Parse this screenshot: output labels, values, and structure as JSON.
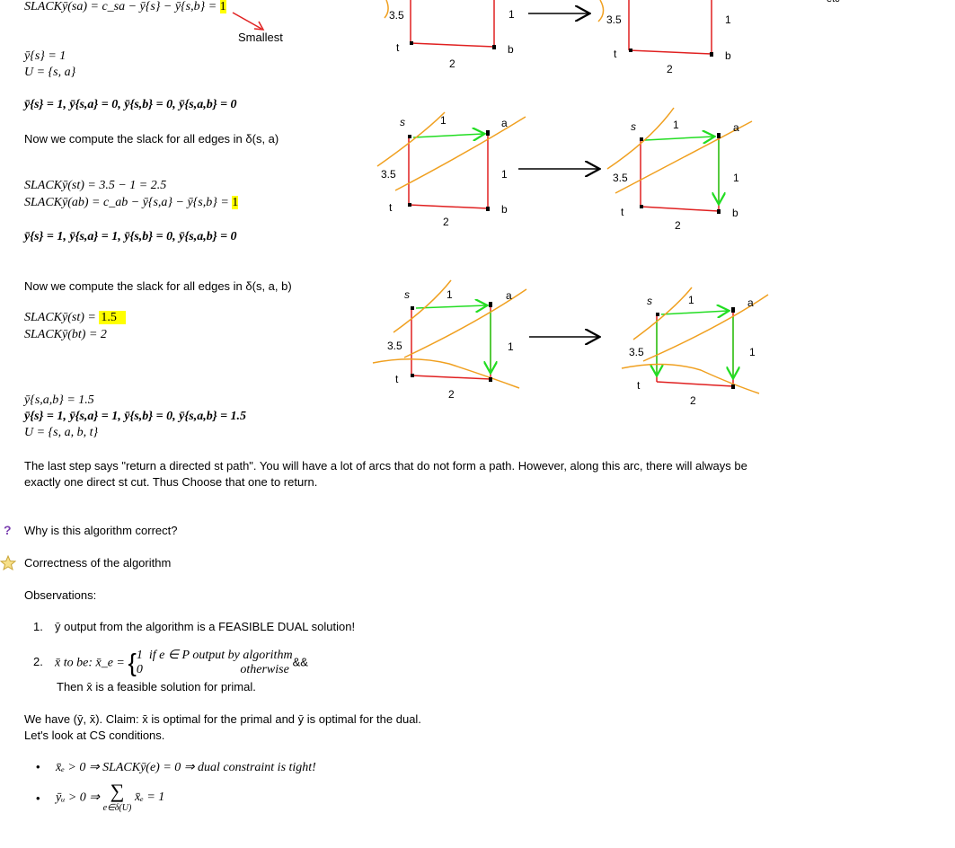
{
  "top": {
    "slack_sa": "SLACKȳ(sa) = c_sa − ȳ{s} − ȳ{s,b} =",
    "slack_sa_val": "1",
    "smallest": "Smallest",
    "y_s_eq": "ȳ{s} = 1",
    "U1": "U = {s, a}",
    "dual1": "ȳ{s} = 1, ȳ{s,a} = 0, ȳ{s,b} = 0, ȳ{s,a,b} = 0",
    "compute_sa": "Now we compute the slack for all edges in δ(s, a)",
    "slack_st1": "SLACKȳ(st) = 3.5 − 1 = 2.5",
    "slack_ab": "SLACKȳ(ab) = c_ab − ȳ{s,a} − ȳ{s,b} =",
    "slack_ab_val": "1",
    "dual2": "ȳ{s} = 1, ȳ{s,a} = 1, ȳ{s,b} = 0, ȳ{s,a,b} = 0",
    "compute_sab": "Now we compute the slack for all edges in δ(s, a, b)",
    "slack_st2": "SLACKȳ(st) =",
    "slack_st2_val": "1.5",
    "slack_bt": "SLACKȳ(bt) = 2",
    "y_sab": "ȳ{s,a,b} = 1.5",
    "dual3": "ȳ{s} = 1, ȳ{s,a} = 1, ȳ{s,b} = 0, ȳ{s,a,b} = 1.5",
    "U2": "U = {s, a, b, t}",
    "last_step_1": "The last step says \"return a directed st path\". You will have a lot of arcs that do not form a path. However, along this arc, there will always be",
    "last_step_2": "exactly one direct st cut. Thus Choose that one to return."
  },
  "graph_labels": {
    "s": "s",
    "t": "t",
    "a": "a",
    "b": "b",
    "w_st": "3.5",
    "w_ab": "1",
    "w_tb": "2",
    "w_sa": "1",
    "etc": "etc"
  },
  "questions": {
    "q_icon": "?",
    "q_text": "Why is this algorithm correct?",
    "star_text": "Correctness of the algorithm"
  },
  "observations": {
    "title": "Observations:",
    "item1_num": "1.",
    "item1": "ȳ output from the algorithm is a FEASIBLE DUAL solution!",
    "item2_num": "2.",
    "item2_pre": "x̄ to be: x̄_e =",
    "case1_val": "1",
    "case1_cond": "if e ∈ P output by algorithm",
    "case2_val": "0",
    "case2_cond": "otherwise",
    "amp": "&&",
    "item2_then": "Then x̄ is a feasible solution for primal.",
    "claim1": "We have (ȳ, x̄). Claim: x̄ is optimal for the primal and ȳ is optimal for the dual.",
    "claim2": "Let's look at CS conditions.",
    "bullet1": "x̄ₑ > 0 ⇒ SLACKȳ(e) = 0 ⇒ dual constraint is tight!",
    "bullet2_pre": "ȳᵤ > 0 ⇒",
    "bullet2_sum": "∑",
    "bullet2_sub": "e∈δ(U)",
    "bullet2_post": "x̄ₑ = 1"
  }
}
